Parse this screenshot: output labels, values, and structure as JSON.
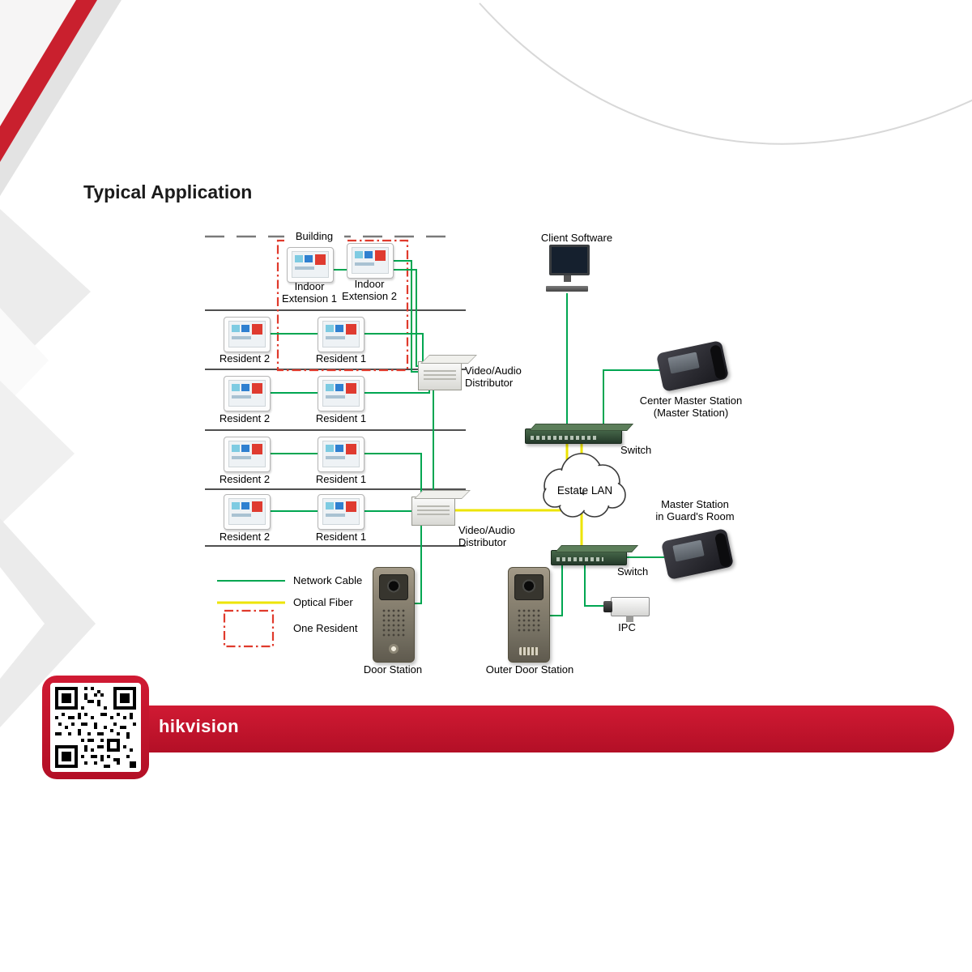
{
  "title": "Typical Application",
  "brand": {
    "name": "hikvision"
  },
  "colors": {
    "network_cable": "#00a651",
    "optical_fiber": "#ede400",
    "one_resident_box": "#e03a2c",
    "brand_red": "#b30f26"
  },
  "building": {
    "label": "Building",
    "extensions": [
      {
        "line1": "Indoor",
        "line2": "Extension 1"
      },
      {
        "line1": "Indoor",
        "line2": "Extension 2"
      }
    ],
    "floors": [
      {
        "left": "Resident 2",
        "right": "Resident 1"
      },
      {
        "left": "Resident 2",
        "right": "Resident 1"
      },
      {
        "left": "Resident 2",
        "right": "Resident 1"
      },
      {
        "left": "Resident 2",
        "right": "Resident 1"
      }
    ]
  },
  "devices": {
    "distributor_top": {
      "line1": "Video/Audio",
      "line2": "Distributor"
    },
    "distributor_bottom": {
      "line1": "Video/Audio",
      "line2": "Distributor"
    },
    "client_software": "Client Software",
    "center_master_station": {
      "line1": "Center Master Station",
      "line2": "(Master Station)"
    },
    "switch_top": "Switch",
    "switch_bottom": "Switch",
    "estate_lan": "Estate LAN",
    "guard_master_station": {
      "line1": "Master Station",
      "line2": "in Guard's Room"
    },
    "ipc": "IPC",
    "door_station": "Door Station",
    "outer_door_station": "Outer Door Station"
  },
  "legend": {
    "network_cable": "Network Cable",
    "optical_fiber": "Optical Fiber",
    "one_resident": "One Resident"
  }
}
